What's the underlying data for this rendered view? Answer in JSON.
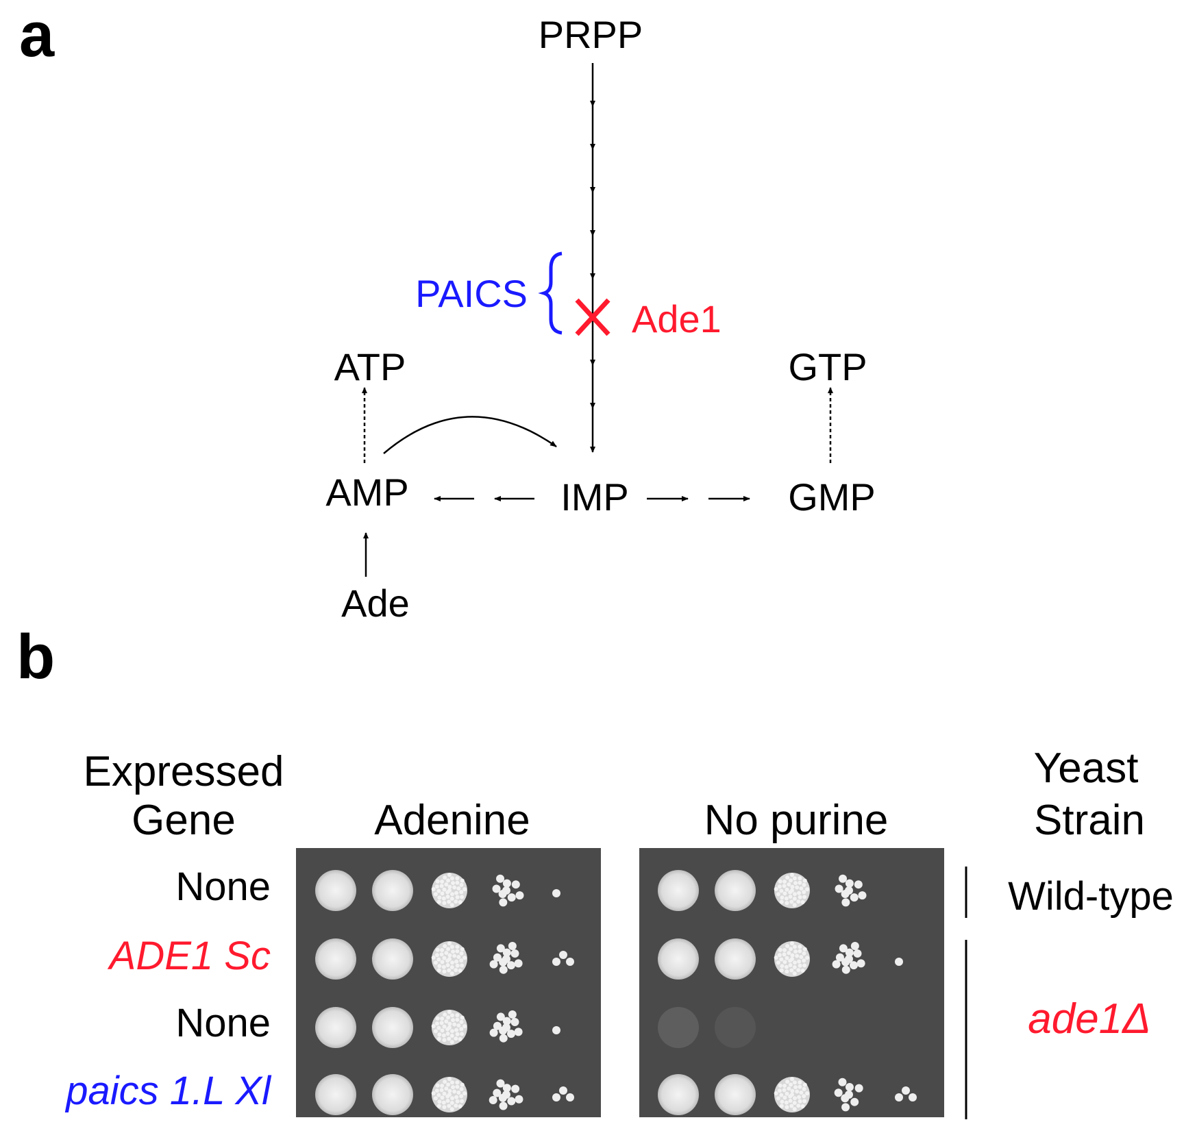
{
  "panel_a": {
    "label": "a",
    "nodes": {
      "prpp": "PRPP",
      "atp": "ATP",
      "gtp": "GTP",
      "amp": "AMP",
      "imp": "IMP",
      "gmp": "GMP",
      "ade": "Ade"
    },
    "enzyme_label": "PAICS",
    "blocked_step_label": "Ade1",
    "enzyme_color": "#1a1aff",
    "block_color": "#ff1a2e"
  },
  "panel_b": {
    "label": "b",
    "expressed_gene_header": [
      "Expressed",
      "Gene"
    ],
    "condition_labels": [
      "Adenine",
      "No purine"
    ],
    "strain_header": [
      "Yeast",
      "Strain"
    ],
    "rows": [
      {
        "gene": "None",
        "color": "#000000",
        "italic": false,
        "adenine": [
          1.0,
          1.0,
          0.8,
          0.4,
          0.08
        ],
        "no_purine": [
          1.0,
          1.0,
          0.8,
          0.4,
          0.0
        ]
      },
      {
        "gene": "ADE1 Sc",
        "color": "#ff1a2e",
        "italic": true,
        "adenine": [
          1.0,
          1.0,
          0.8,
          0.5,
          0.15
        ],
        "no_purine": [
          1.0,
          1.0,
          0.8,
          0.5,
          0.1
        ]
      },
      {
        "gene": "None",
        "color": "#000000",
        "italic": false,
        "adenine": [
          1.0,
          1.0,
          0.8,
          0.5,
          0.08
        ],
        "no_purine": [
          0.15,
          0.05,
          0.0,
          0.0,
          0.0
        ]
      },
      {
        "gene": "paics 1.L Xl",
        "color": "#1a1aff",
        "italic": true,
        "adenine": [
          1.0,
          1.0,
          0.8,
          0.45,
          0.15
        ],
        "no_purine": [
          1.0,
          0.9,
          0.7,
          0.35,
          0.12
        ]
      }
    ],
    "strains": [
      {
        "name": "Wild-type",
        "color": "#000000",
        "italic": false
      },
      {
        "name": "ade1Δ",
        "color": "#ff1a2e",
        "italic": true
      }
    ]
  }
}
